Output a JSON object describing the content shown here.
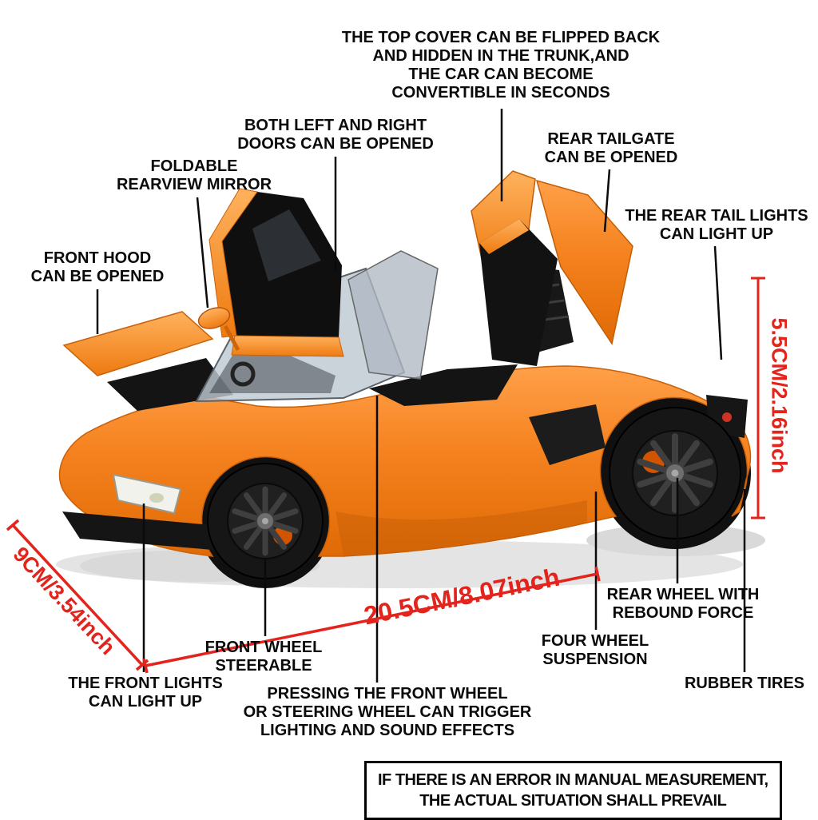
{
  "colors": {
    "body_orange": "#F5821F",
    "measure_red": "#E3241D",
    "label_black": "#0A0A0A"
  },
  "labels": {
    "top_cover": "THE TOP COVER CAN BE FLIPPED BACK\nAND HIDDEN IN THE TRUNK,AND\nTHE CAR CAN BECOME\nCONVERTIBLE IN SECONDS",
    "doors": "BOTH LEFT AND RIGHT\nDOORS CAN BE OPENED",
    "rear_tailgate": "REAR TAILGATE\nCAN BE OPENED",
    "rearview_mirror": "FOLDABLE\nREARVIEW MIRROR",
    "rear_tail_lights": "THE REAR TAIL LIGHTS\nCAN LIGHT UP",
    "front_hood": "FRONT HOOD\nCAN BE OPENED",
    "rear_wheel": "REAR WHEEL WITH\nREBOUND FORCE",
    "four_wheel_suspension": "FOUR WHEEL\nSUSPENSION",
    "rubber_tires": "RUBBER TIRES",
    "front_wheel_steerable": "FRONT WHEEL\nSTEERABLE",
    "front_lights": "THE FRONT LIGHTS\nCAN LIGHT UP",
    "pressing": "PRESSING THE FRONT WHEEL\nOR STEERING WHEEL CAN TRIGGER\nLIGHTING AND SOUND EFFECTS"
  },
  "measurements": {
    "height": "5.5CM/2.16inch",
    "width": "9CM/3.54inch",
    "length": "20.5CM/8.07inch"
  },
  "disclaimer": {
    "text": "IF THERE IS AN ERROR IN MANUAL MEASUREMENT,\nTHE ACTUAL SITUATION SHALL PREVAIL"
  }
}
